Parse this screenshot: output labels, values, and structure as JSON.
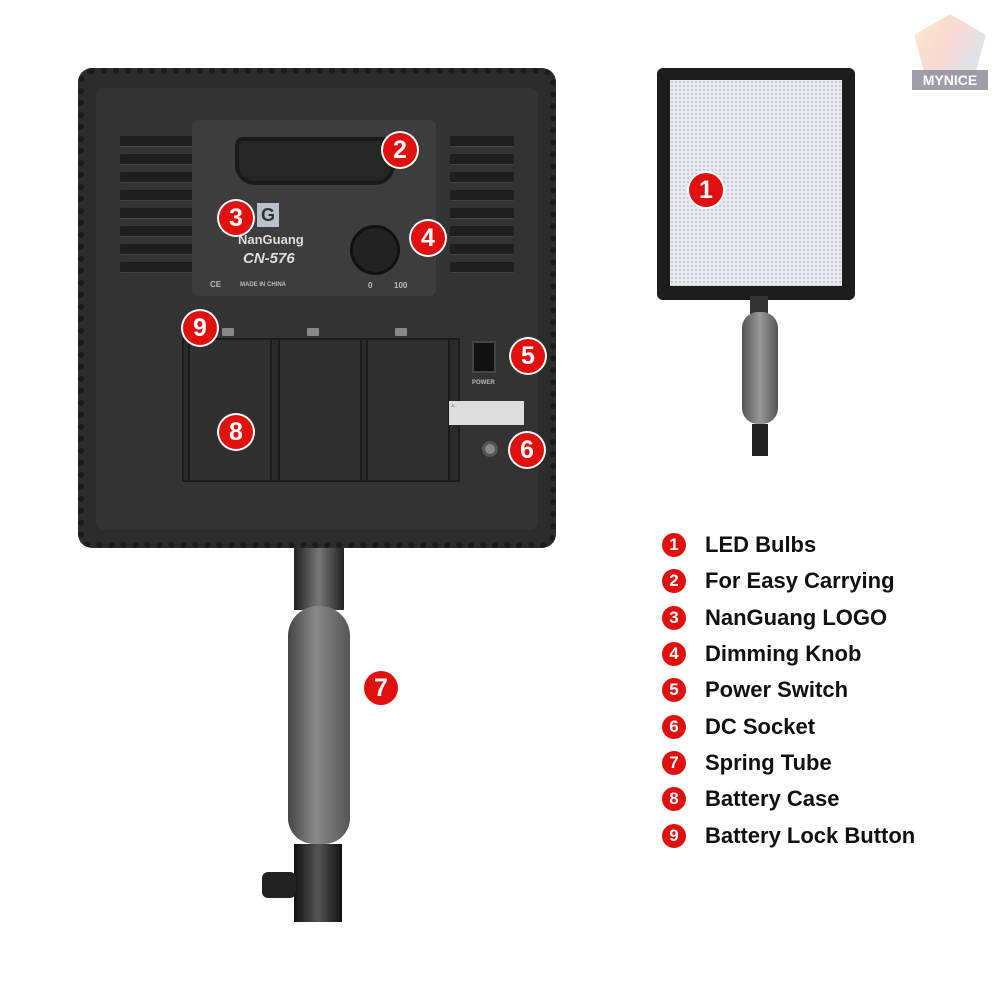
{
  "watermark": {
    "text": "MYNICE"
  },
  "device": {
    "brand": "NanGuang",
    "model": "CN-576",
    "ce_mark": "CE",
    "made_in": "MADE IN CHINA",
    "power_label": "POWER",
    "knob_min": "0",
    "knob_max": "100"
  },
  "callouts": [
    "1",
    "2",
    "3",
    "4",
    "5",
    "6",
    "7",
    "8",
    "9"
  ],
  "legend": [
    {
      "num": "1",
      "label": "LED Bulbs"
    },
    {
      "num": "2",
      "label": "For Easy Carrying"
    },
    {
      "num": "3",
      "label": "NanGuang LOGO"
    },
    {
      "num": "4",
      "label": "Dimming Knob"
    },
    {
      "num": "5",
      "label": "Power Switch"
    },
    {
      "num": "6",
      "label": "DC Socket"
    },
    {
      "num": "7",
      "label": "Spring Tube"
    },
    {
      "num": "8",
      "label": "Battery Case"
    },
    {
      "num": "9",
      "label": "Battery Lock Button"
    }
  ],
  "colors": {
    "accent": "#e0100f",
    "panel": "#2c2c2c"
  }
}
